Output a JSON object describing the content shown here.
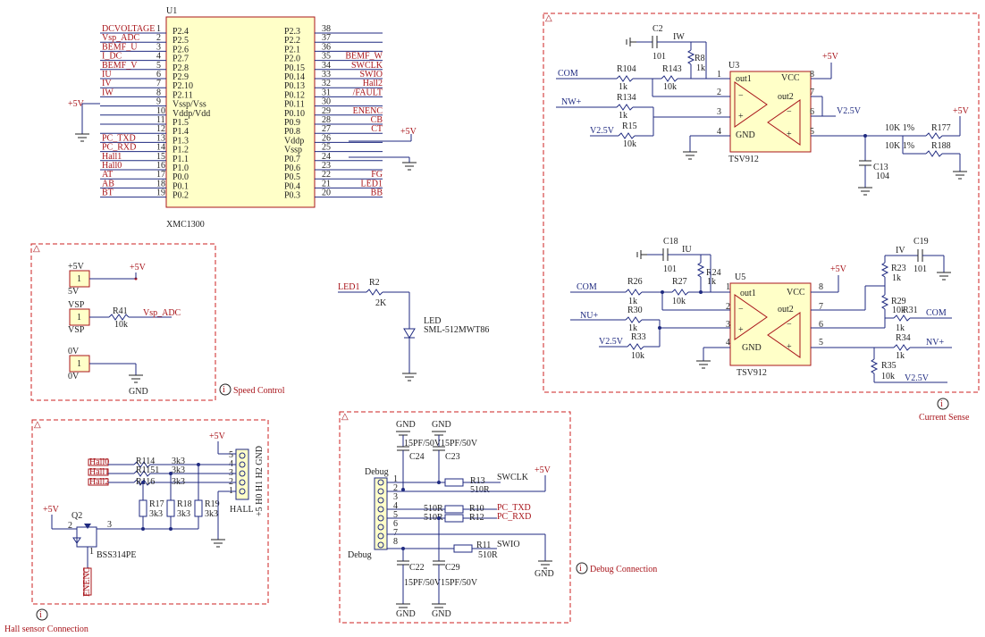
{
  "u1": {
    "ref": "U1",
    "part": "XMC1300",
    "left_pins": [
      {
        "net": "DCVOLTAGE",
        "num": "1",
        "name": "P2.4"
      },
      {
        "net": "Vsp_ADC",
        "num": "2",
        "name": "P2.5"
      },
      {
        "net": "BEMF_U",
        "num": "3",
        "name": "P2.6"
      },
      {
        "net": "I_DC",
        "num": "4",
        "name": "P2.7"
      },
      {
        "net": "BEMF_V",
        "num": "5",
        "name": "P2.8"
      },
      {
        "net": "IU",
        "num": "6",
        "name": "P2.9"
      },
      {
        "net": "IV",
        "num": "7",
        "name": "P2.10"
      },
      {
        "net": "IW",
        "num": "8",
        "name": "P2.11"
      },
      {
        "net": "",
        "num": "9",
        "name": "Vssp/Vss"
      },
      {
        "net": "",
        "num": "10",
        "name": "Vddp/Vdd"
      },
      {
        "net": "",
        "num": "11",
        "name": "P1.5"
      },
      {
        "net": "",
        "num": "12",
        "name": "P1.4"
      },
      {
        "net": "PC_TXD",
        "num": "13",
        "name": "P1.3"
      },
      {
        "net": "PC_RXD",
        "num": "14",
        "name": "P1.2"
      },
      {
        "net": "Hall1",
        "num": "15",
        "name": "P1.1"
      },
      {
        "net": "Hall0",
        "num": "16",
        "name": "P1.0"
      },
      {
        "net": "AT",
        "num": "17",
        "name": "P0.0"
      },
      {
        "net": "AB",
        "num": "18",
        "name": "P0.1"
      },
      {
        "net": "BT",
        "num": "19",
        "name": "P0.2"
      }
    ],
    "right_pins": [
      {
        "name": "P2.3",
        "num": "38",
        "net": ""
      },
      {
        "name": "P2.2",
        "num": "37",
        "net": ""
      },
      {
        "name": "P2.1",
        "num": "36",
        "net": ""
      },
      {
        "name": "P2.0",
        "num": "35",
        "net": "BEMF_W"
      },
      {
        "name": "P0.15",
        "num": "34",
        "net": "SWCLK"
      },
      {
        "name": "P0.14",
        "num": "33",
        "net": "SWIO"
      },
      {
        "name": "P0.13",
        "num": "32",
        "net": "Hall2"
      },
      {
        "name": "P0.12",
        "num": "31",
        "net": "/FAULT"
      },
      {
        "name": "P0.11",
        "num": "30",
        "net": ""
      },
      {
        "name": "P0.10",
        "num": "29",
        "net": "ENENC"
      },
      {
        "name": "P0.9",
        "num": "28",
        "net": "CB"
      },
      {
        "name": "P0.8",
        "num": "27",
        "net": "CT"
      },
      {
        "name": "Vddp",
        "num": "26",
        "net": ""
      },
      {
        "name": "Vssp",
        "num": "25",
        "net": ""
      },
      {
        "name": "P0.7",
        "num": "24",
        "net": ""
      },
      {
        "name": "P0.6",
        "num": "23",
        "net": ""
      },
      {
        "name": "P0.5",
        "num": "22",
        "net": "FG"
      },
      {
        "name": "P0.4",
        "num": "21",
        "net": "LED1"
      },
      {
        "name": "P0.3",
        "num": "20",
        "net": "BB"
      }
    ],
    "plus5v": "+5V"
  },
  "speed": {
    "caption": "Speed Control",
    "conn5v": {
      "top": "+5V",
      "pin": "1",
      "bottom": "5V",
      "net": "+5V"
    },
    "connvsp": {
      "top": "VSP",
      "pin": "1",
      "bottom": "VSP",
      "r": "R41",
      "rval": "10k",
      "net": "Vsp_ADC"
    },
    "conn0v": {
      "top": "0V",
      "pin": "1",
      "bottom": "0V",
      "gnd": "GND"
    }
  },
  "led": {
    "net": "LED1",
    "r": "R2",
    "rval": "2K",
    "d": "LED",
    "dpart": "SML-512MWT86"
  },
  "current": {
    "caption": "Current Sense",
    "u3": {
      "ref": "U3",
      "part": "TSV912",
      "vcc": "VCC",
      "gnd": "GND",
      "out1": "out1",
      "out2": "out2",
      "p1": "1",
      "p2": "2",
      "p3": "3",
      "p4": "4",
      "p5": "5",
      "p6": "6",
      "p7": "7",
      "p8": "8"
    },
    "u5": {
      "ref": "U5",
      "part": "TSV912",
      "vcc": "VCC",
      "gnd": "GND",
      "out1": "out1",
      "out2": "out2",
      "p1": "1",
      "p2": "2",
      "p3": "3",
      "p4": "4",
      "p5": "5",
      "p6": "6",
      "p7": "7",
      "p8": "8"
    },
    "top": {
      "c2": "C2",
      "c2v": "101",
      "iw": "IW",
      "r8": "R8",
      "r8v": "1k",
      "com": "COM",
      "r104": "R104",
      "r104v": "1k",
      "r143": "R143",
      "r143v": "10k",
      "nwp": "NW+",
      "r134": "R134",
      "r134v": "1k",
      "r15": "R15",
      "r15v": "10k",
      "v25": "V2.5V",
      "plus5": "+5V",
      "v25out": "V2.5V",
      "r177v": "10K  1%",
      "r177": "R177",
      "r188v": "10K  1%",
      "r188": "R188",
      "c13": "C13",
      "c13v": "104",
      "plus5b": "+5V"
    },
    "bot": {
      "c18": "C18",
      "c18v": "101",
      "iu": "IU",
      "r24": "R24",
      "r24v": "1k",
      "com": "COM",
      "r26": "R26",
      "r26v": "1k",
      "r27": "R27",
      "r27v": "10k",
      "nup": "NU+",
      "r30": "R30",
      "r30v": "1k",
      "r33": "R33",
      "r33v": "10k",
      "v25": "V2.5V",
      "plus5": "+5V",
      "iv": "IV",
      "c19": "C19",
      "c19v": "101",
      "r23": "R23",
      "r23v": "1k",
      "r29": "R29",
      "r29v": "10k",
      "r31": "R31",
      "r31v": "1k",
      "com2": "COM",
      "r34": "R34",
      "r34v": "1k",
      "nvp": "NV+",
      "r35": "R35",
      "r35v": "10k",
      "v25b": "V2.5V"
    }
  },
  "hall": {
    "caption": "Hall sensor Connection",
    "plus5": "+5V",
    "hall0": "Hall0",
    "hall1": "Hall1",
    "hall2": "Hall2",
    "r114": "R114",
    "r114v": "3k3",
    "r1151": "R1151",
    "r1151v": "3k3",
    "r116": "R116",
    "r116v": "3k3",
    "r17": "R17",
    "r17v": "3k3",
    "r18": "R18",
    "r18v": "3k3",
    "r19": "R19",
    "r19v": "3k3",
    "conn": "HALL",
    "conn_pins": "+5 H0 H1 H2 GND",
    "p5": "5",
    "p4": "4",
    "p3": "3",
    "p2": "2",
    "p1": "1",
    "q2": "Q2",
    "q2part": "BSS314PE",
    "q2p1": "1",
    "q2p2": "2",
    "q2p3": "3",
    "qplus5": "+5V",
    "enenc": "ENENC"
  },
  "debug": {
    "caption": "Debug Connection",
    "conn": "Debug",
    "conn2": "Debug",
    "gnd1": "GND",
    "gnd2": "GND",
    "c24v": "15PF/50V",
    "c23v": "15PF/50V",
    "c24": "C24",
    "c23": "C23",
    "r13": "R13",
    "r13v": "510R",
    "swclk": "SWCLK",
    "plus5": "+5V",
    "r10": "R10",
    "r10v": "510R",
    "pctxd": "PC_TXD",
    "r12": "R12",
    "r12v": "510R",
    "pcrxd": "PC_RXD",
    "r11": "R11",
    "r11v": "510R",
    "swio": "SWIO",
    "c22": "C22",
    "c29": "C29",
    "c22v": "15PF/50V",
    "c29v": "15PF/50V",
    "gnd3": "GND",
    "gnd4": "GND",
    "gnd5": "GND",
    "pins": [
      "1",
      "2",
      "3",
      "4",
      "5",
      "6",
      "7",
      "8"
    ]
  }
}
